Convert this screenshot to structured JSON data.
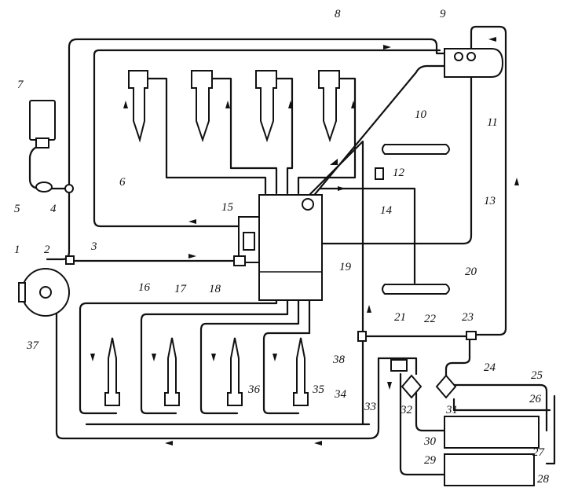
{
  "diagram": {
    "labels": [
      "1",
      "2",
      "3",
      "4",
      "5",
      "6",
      "7",
      "8",
      "9",
      "10",
      "11",
      "12",
      "13",
      "14",
      "15",
      "16",
      "17",
      "18",
      "19",
      "20",
      "21",
      "22",
      "23",
      "24",
      "25",
      "26",
      "27",
      "28",
      "29",
      "30",
      "31",
      "32",
      "33",
      "34",
      "35",
      "36",
      "37",
      "38"
    ]
  }
}
